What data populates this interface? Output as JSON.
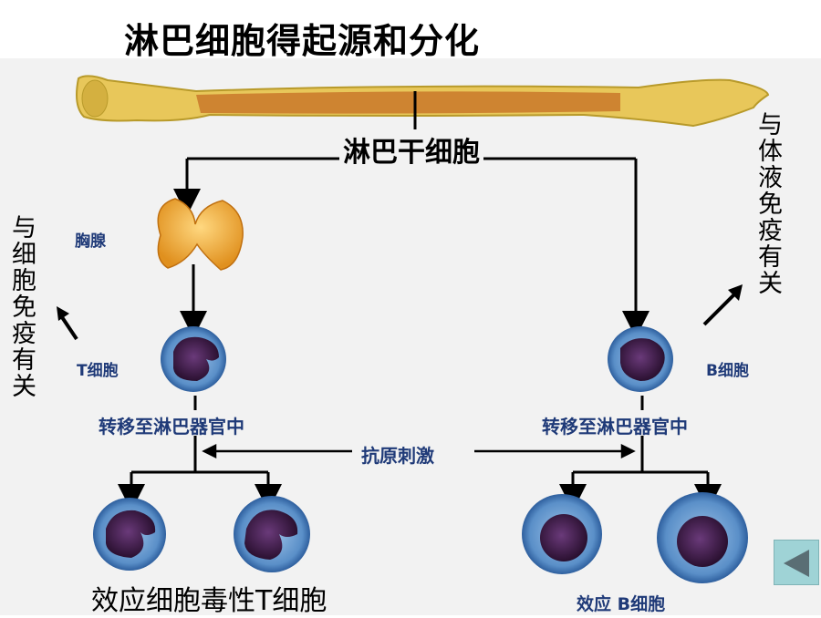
{
  "title": "淋巴细胞得起源和分化",
  "stem_cell": "淋巴干细胞",
  "thymus": "胸腺",
  "t_cell": "T细胞",
  "b_cell": "B细胞",
  "migrate_left": "转移至淋巴器官中",
  "migrate_right": "转移至淋巴器官中",
  "antigen": "抗原刺激",
  "effector_t": "效应细胞毒性T细胞",
  "effector_b": "效应 B细胞",
  "side_left": "与细胞免疫有关",
  "side_right": "与体液免疫有关",
  "colors": {
    "bone": "#e8c75a",
    "marrow": "#c9782a",
    "thymus": "#f0a830",
    "cell_border": "#5a8fc8",
    "nucleus": "#3a1f4a",
    "nav_button": "#9fd3d6"
  },
  "icons": {
    "nav": "back-triangle-icon"
  }
}
